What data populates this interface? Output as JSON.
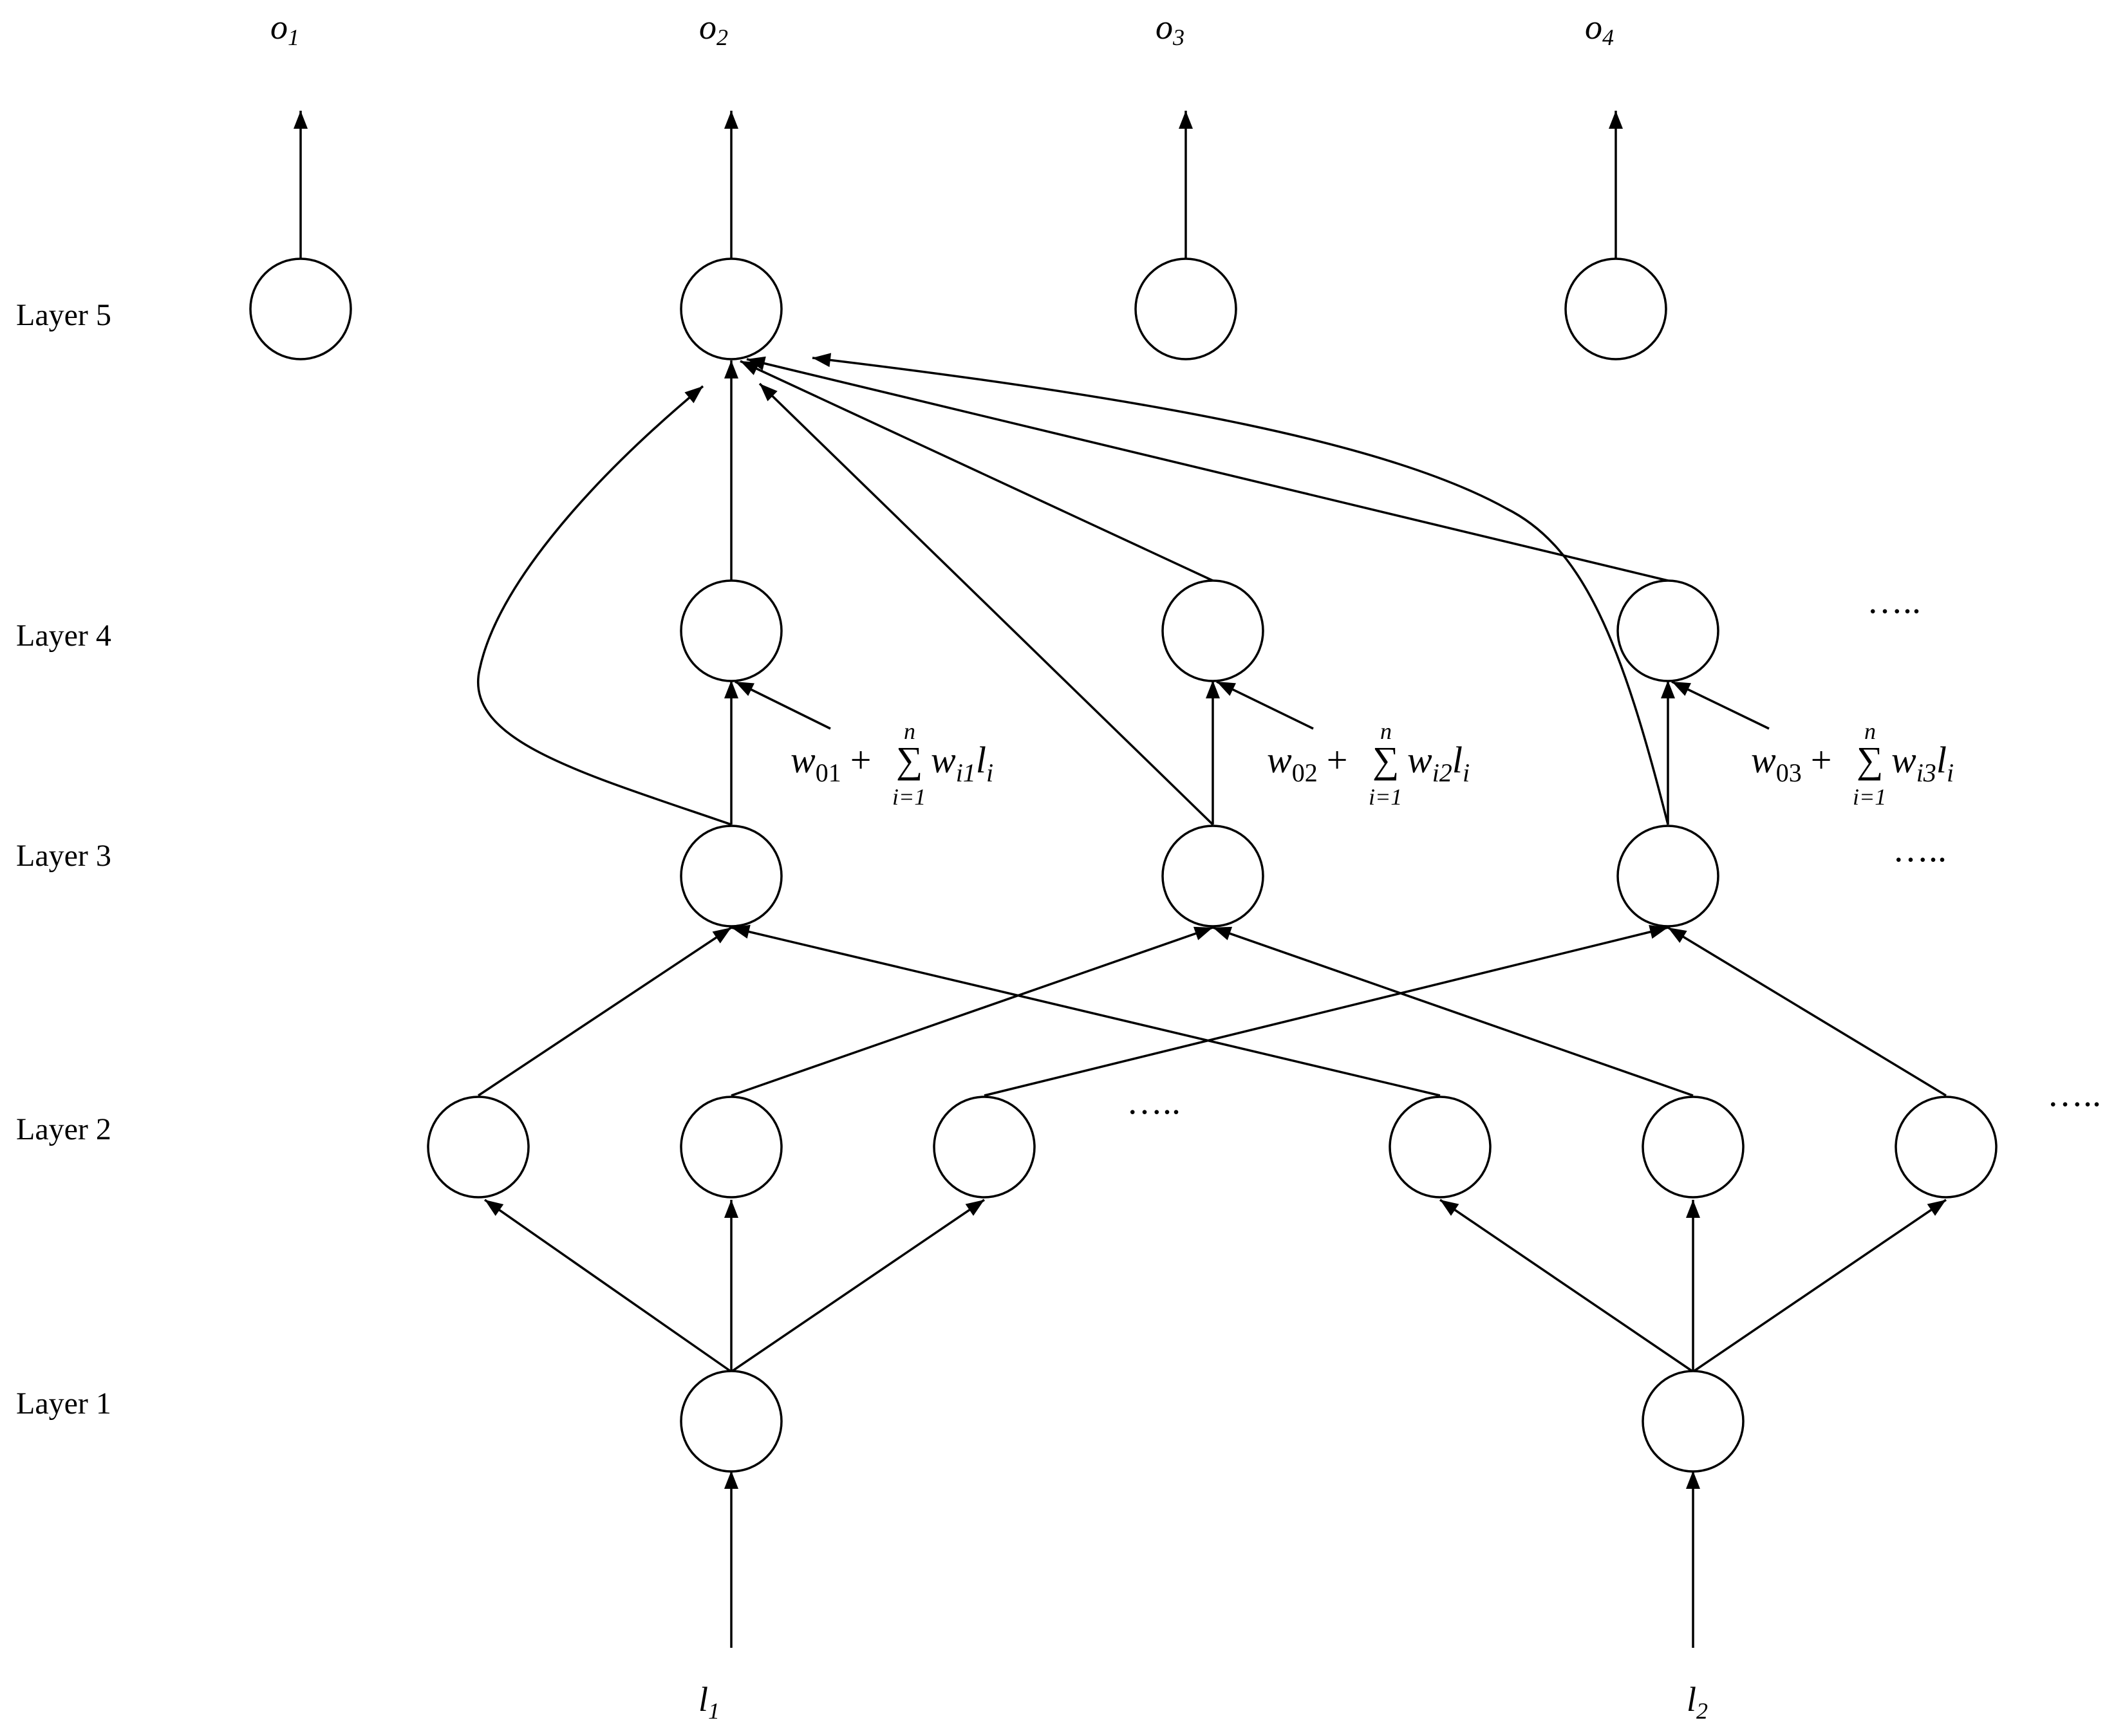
{
  "layers": {
    "layer5": "Layer 5",
    "layer4": "Layer 4",
    "layer3": "Layer 3",
    "layer2": "Layer 2",
    "layer1": "Layer 1"
  },
  "outputs": {
    "o1": {
      "base": "o",
      "sub": "1"
    },
    "o2": {
      "base": "o",
      "sub": "2"
    },
    "o3": {
      "base": "o",
      "sub": "3"
    },
    "o4": {
      "base": "o",
      "sub": "4"
    }
  },
  "inputs": {
    "l1": {
      "base": "l",
      "sub": "1"
    },
    "l2": {
      "base": "l",
      "sub": "2"
    }
  },
  "equations": [
    {
      "w": "w",
      "w_sub": "01",
      "plus": "+",
      "sum": "∑",
      "upper": "n",
      "lower": "i=1",
      "w2": "w",
      "w2_sub": "i1",
      "l": "l",
      "l_sub": "i"
    },
    {
      "w": "w",
      "w_sub": "02",
      "plus": "+",
      "sum": "∑",
      "upper": "n",
      "lower": "i=1",
      "w2": "w",
      "w2_sub": "i2",
      "l": "l",
      "l_sub": "i"
    },
    {
      "w": "w",
      "w_sub": "03",
      "plus": "+",
      "sum": "∑",
      "upper": "n",
      "lower": "i=1",
      "w2": "w",
      "w2_sub": "i3",
      "l": "l",
      "l_sub": "i"
    }
  ],
  "ellipsis": "….."
}
